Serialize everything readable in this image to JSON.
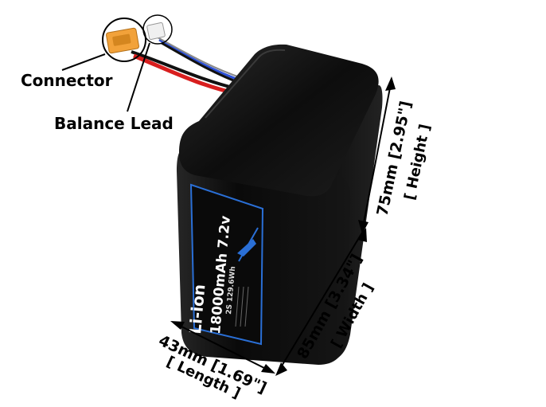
{
  "callouts": {
    "connector": "Connector",
    "balance_lead": "Balance Lead"
  },
  "dimensions": {
    "height": {
      "measure": "75mm [2.95\"]",
      "name": "[ Height ]"
    },
    "width": {
      "measure": "85mm [3.34\"]",
      "name": "[ Width ]"
    },
    "length": {
      "measure": "43mm [1.69\"]",
      "name": "[ Length ]"
    }
  },
  "battery_label": {
    "chemistry": "Li-ion",
    "capacity_voltage": "18000mAh 7.2v",
    "config": "2S 129.6Wh"
  },
  "colors": {
    "battery_body": "#0b0b0b",
    "label_border": "#2a6fd6",
    "connector": "#f2a23a",
    "wire_red": "#d81e1e",
    "wire_blue": "#2b4fd6"
  }
}
